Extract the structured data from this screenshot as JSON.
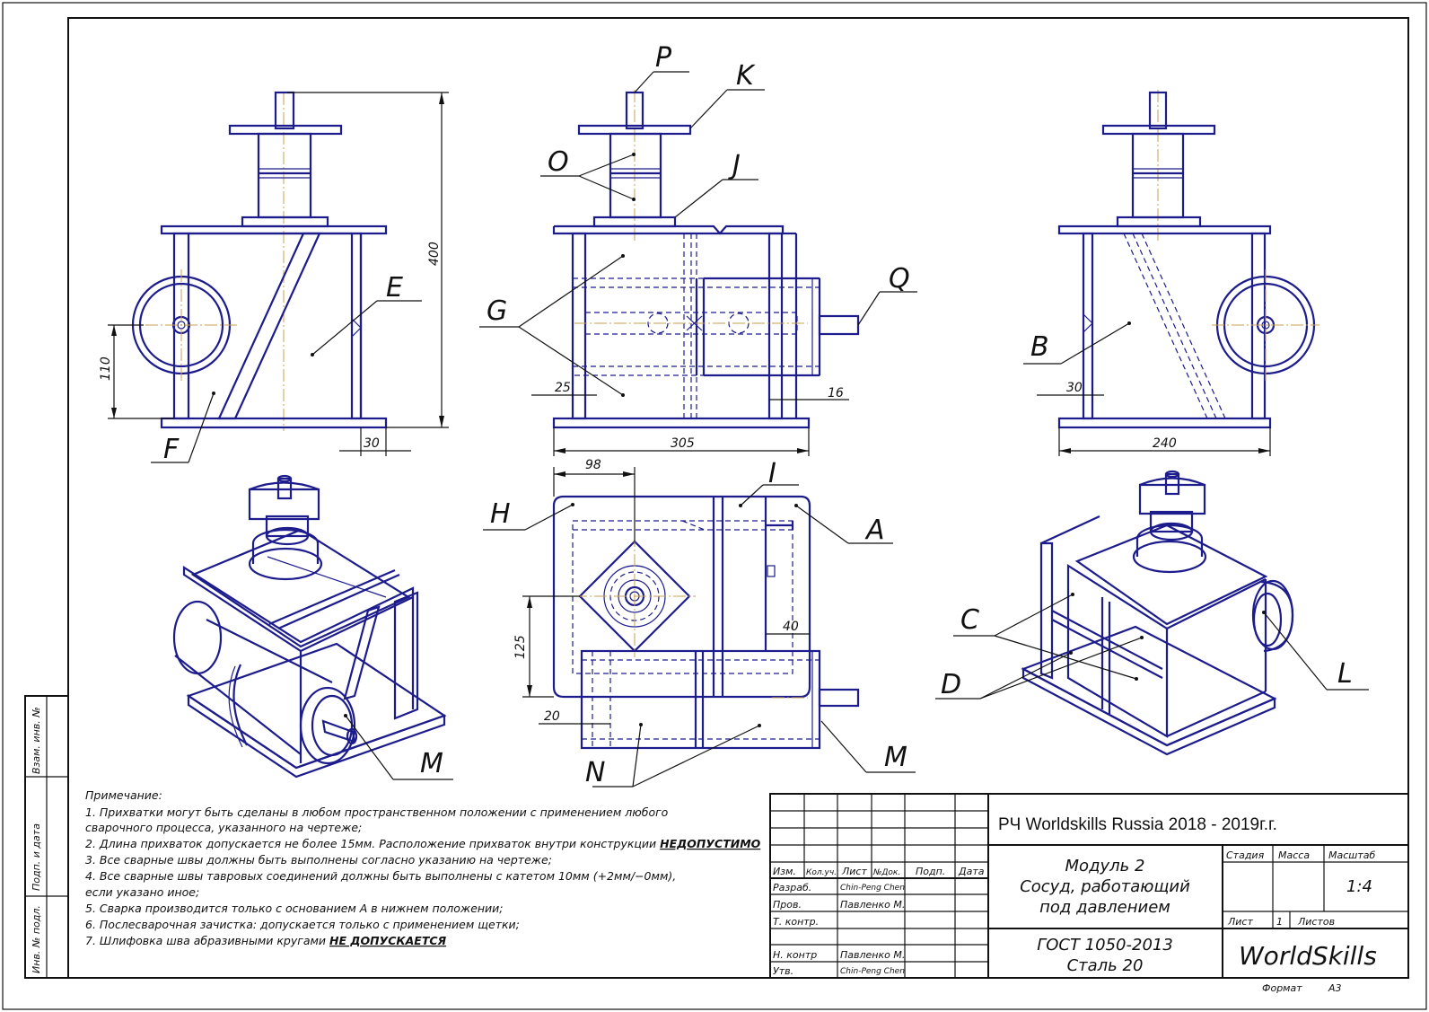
{
  "labels": {
    "P": "P",
    "K": "K",
    "O": "O",
    "J": "J",
    "E": "E",
    "F": "F",
    "G": "G",
    "Q": "Q",
    "B": "B",
    "H": "H",
    "I": "I",
    "A": "A",
    "C": "C",
    "D": "D",
    "L": "L",
    "M1": "M",
    "M2": "M",
    "N": "N"
  },
  "dimensions": {
    "d400": "400",
    "d110": "110",
    "d30a": "30",
    "d25": "25",
    "d16": "16",
    "d305": "305",
    "d30b": "30",
    "d240": "240",
    "d98": "98",
    "d125": "125",
    "d40": "40",
    "d20": "20"
  },
  "notes": {
    "title": "Примечание:",
    "lines": [
      "1. Прихватки могут быть сделаны в любом пространственном положении с применением любого",
      "сварочного процесса, указанного на чертеже;",
      "2. Длина прихваток допускается не более 15мм. Расположение прихваток внутри конструкции",
      "3. Все сварные швы должны быть выполнены согласно указанию на чертеже;",
      "4. Все сварные швы тавровых соединений должны быть выполнены с катетом 10мм (+2мм/−0мм),",
      "если указано иное;",
      "5. Сварка производится только с основанием А в нижнем положении;",
      "6. Послесварочная зачистка: допускается только с применением щетки;",
      "7. Шлифовка шва абразивными кругами"
    ],
    "emph_1": "НЕДОПУСТИМО",
    "emph_2": "НЕ ДОПУСКАЕТСЯ"
  },
  "side_stamp": {
    "c1": "Взам. инв. №",
    "c2": "Подп. и дата",
    "c3": "Инв. № подл."
  },
  "title_block": {
    "header": "РЧ Worldskills Russia 2018 - 2019г.г.",
    "col_izm": "Изм.",
    "col_kol": "Кол.уч.",
    "col_list": "Лист",
    "col_doc": "№Док.",
    "col_podp": "Подп.",
    "col_data": "Дата",
    "razrab": "Разраб.",
    "razrab_name": "Chin-Peng Chen",
    "prov": "Пров.",
    "prov_name": "Павленко М.",
    "tkontr": "Т. контр.",
    "nkontr": "Н. контр",
    "nkontr_name": "Павленко М.",
    "utv": "Утв.",
    "utv_name": "Chin-Peng Chen",
    "name_1": "Модуль 2",
    "name_2": "Сосуд, работающий",
    "name_3": "под давлением",
    "material_1": "ГОСТ 1050-2013",
    "material_2": "Сталь 20",
    "stadia": "Стадия",
    "massa": "Масса",
    "masshtab": "Масштаб",
    "scale": "1:4",
    "list": "Лист",
    "list_num": "1",
    "listov": "Листов",
    "org": "WorldSkills",
    "format_label": "Формат",
    "format": "А3"
  }
}
